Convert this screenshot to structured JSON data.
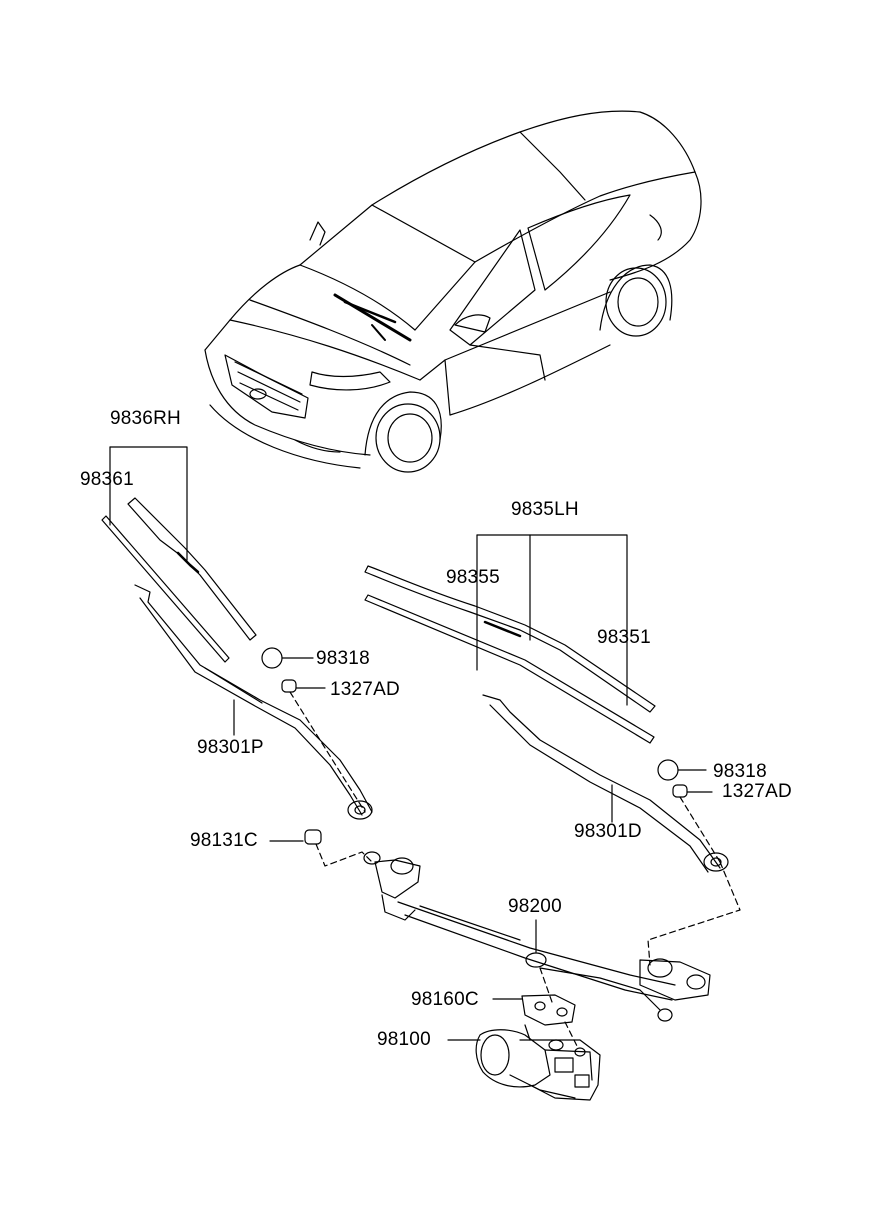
{
  "diagram": {
    "stroke_color": "#000000",
    "background_color": "#ffffff",
    "illustration": {
      "vehicle": "sedan-car-illustration",
      "assembly": "windshield-wiper-assembly"
    },
    "labels": {
      "blade_rh_assy": "9836RH",
      "blade_rh_refill": "98361",
      "blade_lh_assy": "9835LH",
      "blade_lh_refill": "98355",
      "blade_lh_blade": "98351",
      "cap_left": "98318",
      "nut_left": "1327AD",
      "arm_passenger": "98301P",
      "cap_right": "98318",
      "nut_right": "1327AD",
      "arm_driver": "98301D",
      "bolt": "98131C",
      "linkage": "98200",
      "bracket": "98160C",
      "motor": "98100"
    }
  }
}
